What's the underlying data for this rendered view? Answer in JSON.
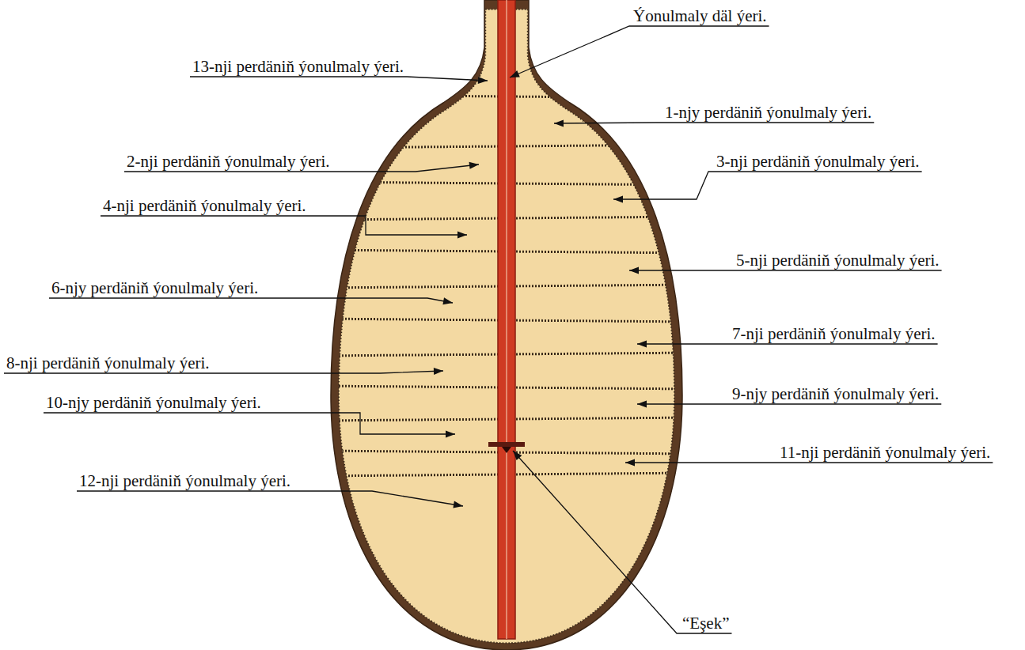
{
  "diagram": {
    "labels": [
      "Ýonulmaly däl ýeri.",
      "13-nji perdäniň ýonulmaly ýeri.",
      "1-njy perdäniň ýonulmaly ýeri.",
      "2-nji perdäniň ýonulmaly ýeri.",
      "3-nji perdäniň ýonulmaly ýeri.",
      "4-nji perdäniň ýonulmaly ýeri.",
      "5-nji perdäniň ýonulmaly ýeri.",
      "6-njy perdäniň ýonulmaly ýeri.",
      "7-nji perdäniň ýonulmaly ýeri.",
      "8-nji perdäniň ýonulmaly ýeri.",
      "9-njy perdäniň ýonulmaly ýeri.",
      "10-njy perdäniň ýonulmaly ýeri.",
      "11-nji perdäniň ýonulmaly ýeri.",
      "12-nji perdäniň ýonulmaly ýeri.",
      "“Eşek”"
    ]
  }
}
